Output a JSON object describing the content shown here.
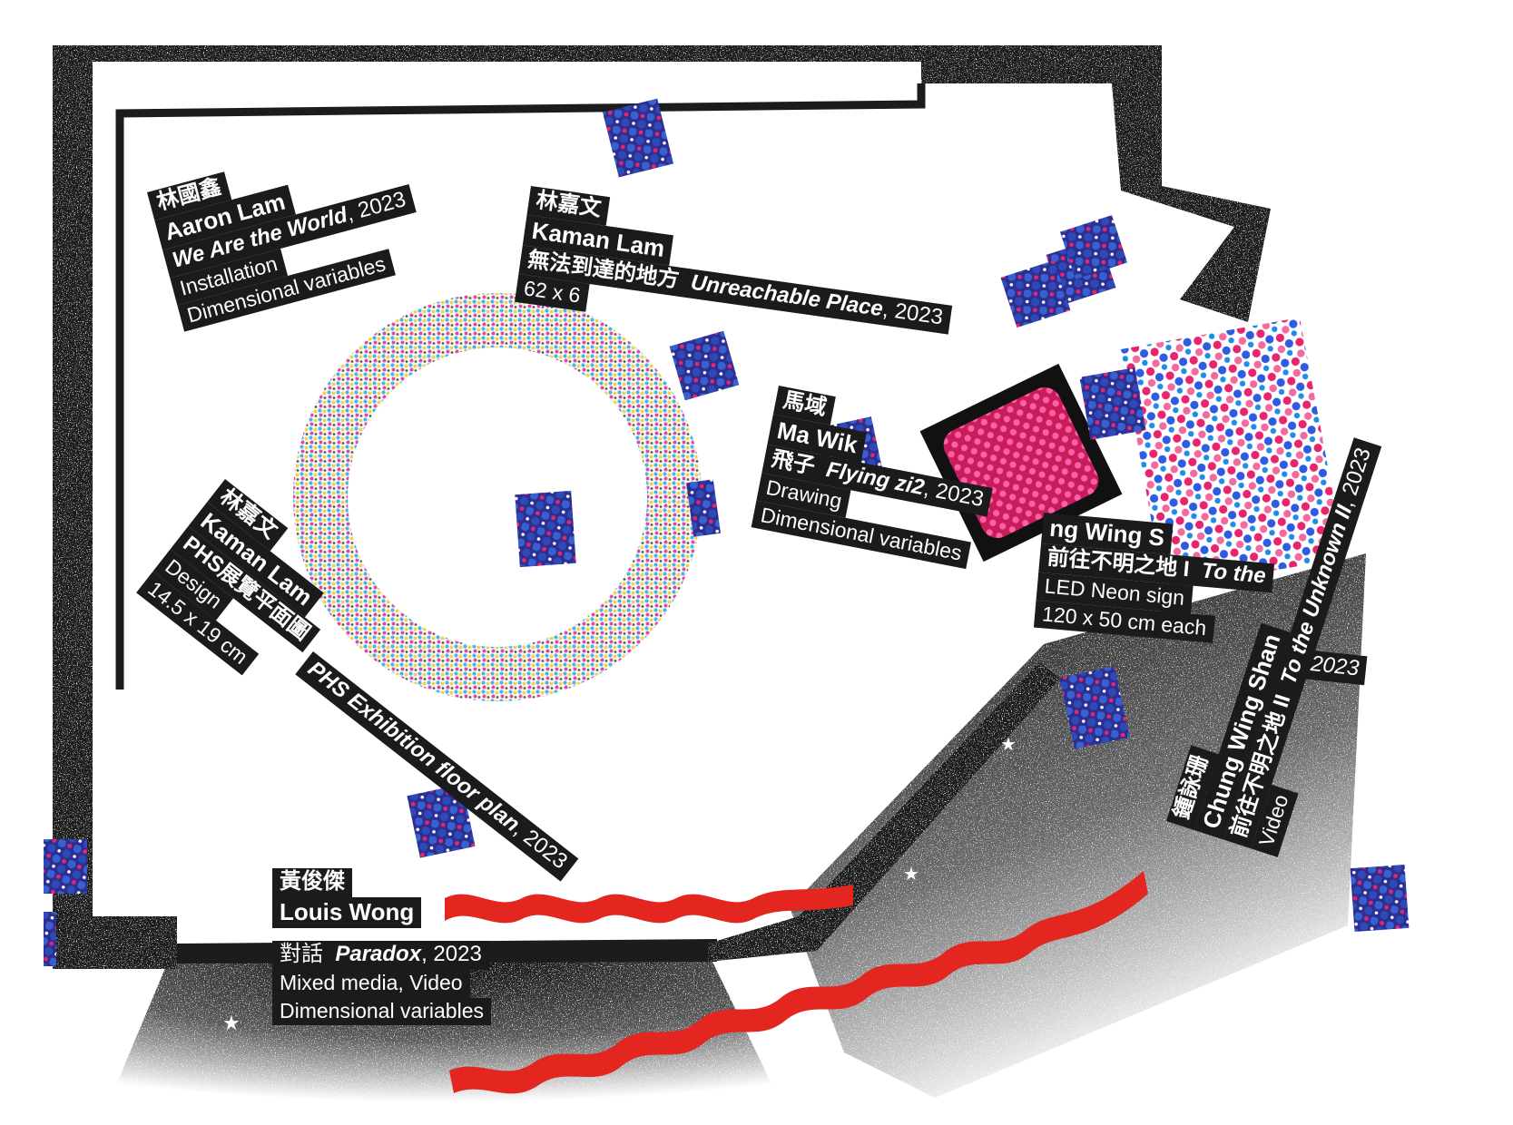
{
  "colors": {
    "wall": "#1c1c1c",
    "speckle": "#e8e8e8",
    "dot_blue": "#2d3f9e",
    "dot_pink": "#e8246e",
    "wave_red": "#e3261f",
    "label_bg": "#1b1b1b",
    "label_text": "#ffffff"
  },
  "labels": {
    "aaron": {
      "name_cn": "林國鑫",
      "name_en": "Aaron Lam",
      "title": "We Are the World",
      "year": ", 2023",
      "medium": "Installation",
      "size": "Dimensional variables"
    },
    "kaman1": {
      "name_cn": "林嘉文",
      "name_en": "Kaman Lam",
      "title_cn": "無法到達的地方",
      "title": "Unreachable Place",
      "year": ", 2023",
      "partial": "62 x 6"
    },
    "mawik": {
      "name_cn": "馬域",
      "name_en": "Ma Wik",
      "title_cn": "飛子",
      "title": "Flying zi2",
      "year": ", 2023",
      "medium": "Drawing",
      "size": "Dimensional variables"
    },
    "chung1": {
      "name_partial": "ng Wing S",
      "title_cn": "前往不明之地 I",
      "title_partial": "To the",
      "medium": "LED Neon sign",
      "size": "120 x 50 cm each",
      "year_partial": "n I, 2023"
    },
    "chung2": {
      "name_cn": "鍾詠珊",
      "name_en": "Chung Wing Shan",
      "title_cn": "前往不明之地 II",
      "title": "To the Unknown II",
      "year": ", 2023",
      "medium": "Video"
    },
    "kaman2": {
      "name_cn": "林嘉文",
      "name_en": "Kaman Lam",
      "title_cn": "PHS展覽平面圖",
      "medium": "Design",
      "size": "14.5 x 19 cm",
      "title": "PHS Exhibition floor plan",
      "year": ", 2023"
    },
    "louis": {
      "name_cn": "黃俊傑",
      "name_en": "Louis Wong",
      "title_cn": "對話",
      "title": "Paradox",
      "year": ", 2023",
      "medium": "Mixed media, Video",
      "size": "Dimensional variables"
    }
  }
}
